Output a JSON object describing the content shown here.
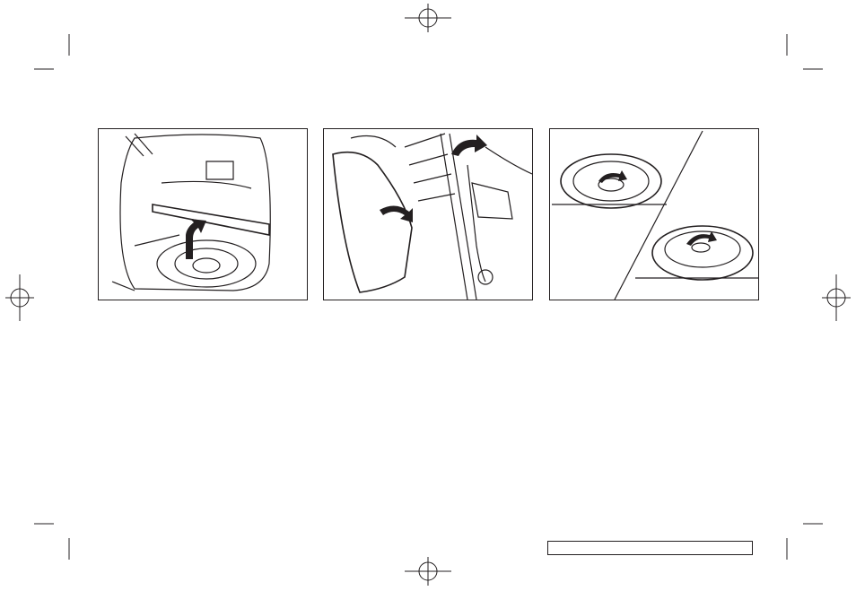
{
  "page": {
    "figures": [
      {
        "icon": "trunk-floor-lift-illustration"
      },
      {
        "icon": "side-cover-jack-illustration"
      },
      {
        "icon": "spare-tire-removal-illustration"
      }
    ],
    "caption_box": {
      "text": ""
    },
    "colors": {
      "ink": "#231f20",
      "paper": "#ffffff"
    }
  }
}
